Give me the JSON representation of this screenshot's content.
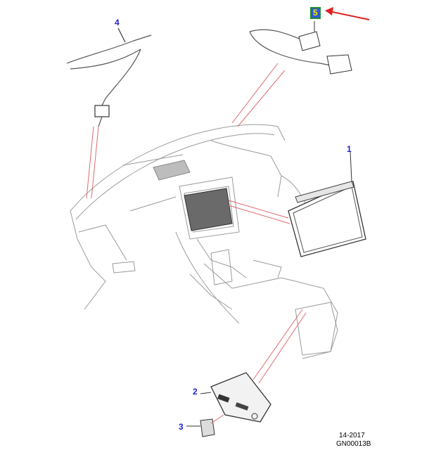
{
  "callouts": {
    "one": "1",
    "two": "2",
    "three": "3",
    "four": "4",
    "five": "5"
  },
  "footer": {
    "year": "14-2017",
    "ref": "GN00013B"
  },
  "colors": {
    "callout_text": "#1f1fd0",
    "active_text": "#ffe600",
    "leader_red": "#e06a6a",
    "arrow_red": "#e02020",
    "line_gray": "#8a8a8a",
    "part_dark": "#333333"
  }
}
